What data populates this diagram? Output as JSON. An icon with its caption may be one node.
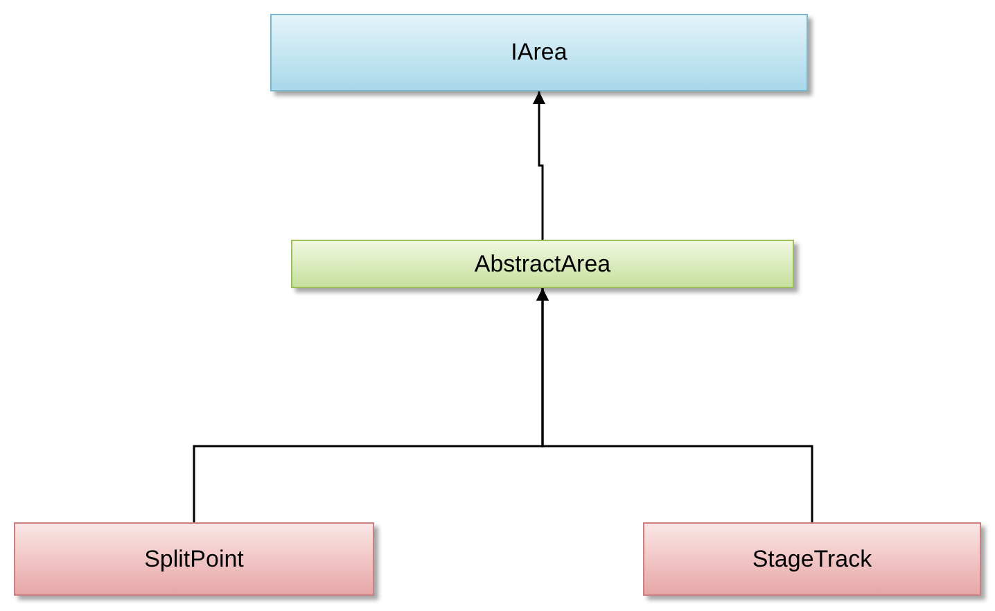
{
  "diagram": {
    "nodes": [
      {
        "text": [
          "IArea"
        ]
      },
      {
        "text": [
          "AbstractArea"
        ]
      },
      {
        "text": [
          "SplitPoint"
        ]
      },
      {
        "text": [
          "StageTrack"
        ]
      }
    ],
    "edges": [
      {
        "from": 1,
        "to": 0,
        "arrow": "to"
      },
      {
        "from": 2,
        "to": 1,
        "arrow": "to"
      },
      {
        "from": 3,
        "to": 1,
        "arrow": "to"
      }
    ]
  }
}
